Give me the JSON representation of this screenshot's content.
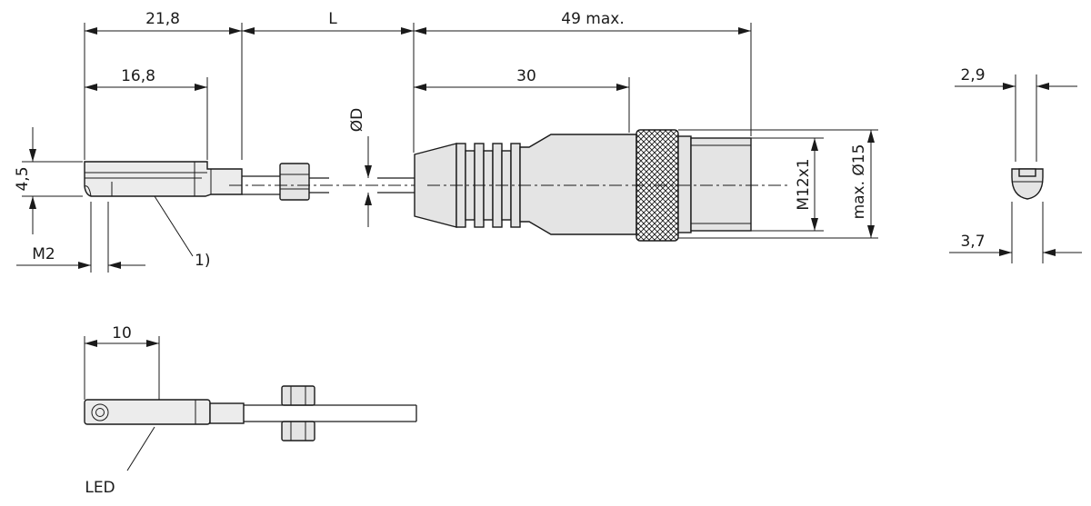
{
  "dimensions": {
    "d_21_8": "21,8",
    "d_L": "L",
    "d_49max": "49 max.",
    "d_16_8": "16,8",
    "d_30": "30",
    "d_phiD": "ØD",
    "d_4_5": "4,5",
    "d_M2": "M2",
    "d_M12x1": "M12x1",
    "d_max15": "max. Ø15",
    "d_2_9": "2,9",
    "d_3_7": "3,7",
    "d_10": "10"
  },
  "callouts": {
    "ref_1": "1)",
    "led": "LED"
  }
}
